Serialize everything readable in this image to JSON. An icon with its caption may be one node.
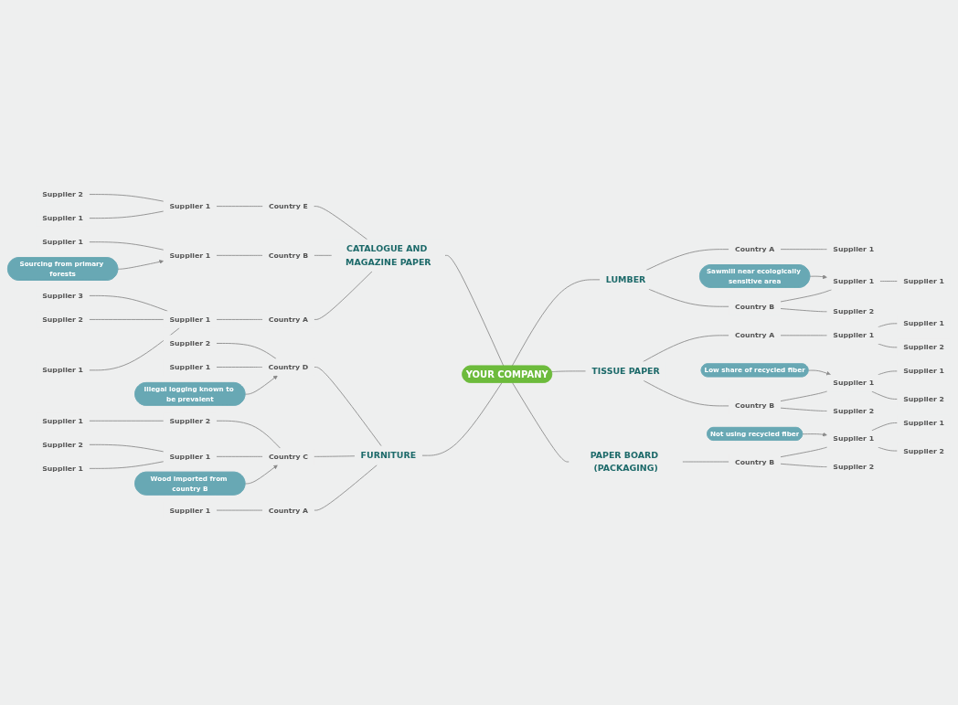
{
  "diagram": {
    "nodes": [
      {
        "text": [
          "YOUR COMPANY"
        ]
      },
      {
        "text": [
          "FURNITURE"
        ]
      },
      {
        "text": [
          "Country A"
        ]
      },
      {
        "text": [
          "Supplier 1"
        ]
      },
      {
        "text": [
          "Country C"
        ]
      },
      {
        "text": [
          "Supplier 1"
        ]
      },
      {
        "text": [
          "Supplier 1"
        ]
      },
      {
        "text": [
          "Supplier 2"
        ]
      },
      {
        "text": [
          "Supplier 2"
        ]
      },
      {
        "text": [
          "Supplier 1"
        ]
      },
      {
        "text": [
          "Country D"
        ]
      },
      {
        "text": [
          "Supplier 1"
        ]
      },
      {
        "text": [
          "Supplier 2"
        ]
      },
      {
        "text": [
          "Wood imported from country B"
        ]
      },
      {
        "text": [
          "Illegal logging known to be prevalent"
        ]
      },
      {
        "text": [
          "LUMBER"
        ]
      },
      {
        "text": [
          "Country A"
        ]
      },
      {
        "text": [
          "Supplier 1"
        ]
      },
      {
        "text": [
          "Country B"
        ]
      },
      {
        "text": [
          "Supplier 1"
        ]
      },
      {
        "text": [
          "Supplier 1"
        ]
      },
      {
        "text": [
          "Supplier 2"
        ]
      },
      {
        "text": [
          "Sawmill near ecologically sensitive area"
        ]
      },
      {
        "text": [
          "TISSUE PAPER"
        ]
      },
      {
        "text": [
          "Country A"
        ]
      },
      {
        "text": [
          "Supplier 1"
        ]
      },
      {
        "text": [
          "Supplier 1"
        ]
      },
      {
        "text": [
          "Supplier 2"
        ]
      },
      {
        "text": [
          "Country B"
        ]
      },
      {
        "text": [
          "Supplier 1"
        ]
      },
      {
        "text": [
          "Supplier 1"
        ]
      },
      {
        "text": [
          "Supplier 2"
        ]
      },
      {
        "text": [
          "Supplier 2"
        ]
      },
      {
        "text": [
          "Low share of recycled fiber"
        ]
      },
      {
        "text": [
          "CATALOGUE AND MAGAZINE PAPER"
        ]
      },
      {
        "text": [
          "Country A"
        ]
      },
      {
        "text": [
          "Supplier 1"
        ]
      },
      {
        "text": [
          "Supplier 1"
        ]
      },
      {
        "text": [
          "Supplier 2"
        ]
      },
      {
        "text": [
          "Supplier 3"
        ]
      },
      {
        "text": [
          "Country B"
        ]
      },
      {
        "text": [
          "Supplier 1"
        ]
      },
      {
        "text": [
          "Supplier 1"
        ]
      },
      {
        "text": [
          "Country E"
        ]
      },
      {
        "text": [
          "Supplier 1"
        ]
      },
      {
        "text": [
          "Supplier 1"
        ]
      },
      {
        "text": [
          "Supplier 2"
        ]
      },
      {
        "text": [
          "Sourcing from primary forests"
        ]
      },
      {
        "text": [
          "PAPER BOARD (PACKAGING)"
        ]
      },
      {
        "text": [
          "Country B"
        ]
      },
      {
        "text": [
          "Supplier 1"
        ]
      },
      {
        "text": [
          "Supplier 1"
        ]
      },
      {
        "text": [
          "Supplier 2"
        ]
      },
      {
        "text": [
          "Supplier 2"
        ]
      },
      {
        "text": [
          "Not using recycled fiber"
        ]
      }
    ],
    "edges": [
      {
        "from": 3,
        "to": 2,
        "arrow": "none"
      },
      {
        "from": 2,
        "to": 1,
        "arrow": "none"
      },
      {
        "from": 13,
        "to": 4,
        "arrow": "to"
      },
      {
        "from": 6,
        "to": 5,
        "arrow": "none"
      },
      {
        "from": 7,
        "to": 5,
        "arrow": "none"
      },
      {
        "from": 5,
        "to": 4,
        "arrow": "none"
      },
      {
        "from": 9,
        "to": 8,
        "arrow": "none"
      },
      {
        "from": 8,
        "to": 4,
        "arrow": "none"
      },
      {
        "from": 4,
        "to": 1,
        "arrow": "none"
      },
      {
        "from": 14,
        "to": 10,
        "arrow": "to"
      },
      {
        "from": 11,
        "to": 10,
        "arrow": "none"
      },
      {
        "from": 12,
        "to": 10,
        "arrow": "none"
      },
      {
        "from": 10,
        "to": 1,
        "arrow": "none"
      },
      {
        "from": 1,
        "to": 0,
        "arrow": "none"
      },
      {
        "from": 37,
        "to": 36,
        "arrow": "none"
      },
      {
        "from": 38,
        "to": 36,
        "arrow": "none"
      },
      {
        "from": 39,
        "to": 36,
        "arrow": "none"
      },
      {
        "from": 36,
        "to": 35,
        "arrow": "none"
      },
      {
        "from": 35,
        "to": 34,
        "arrow": "none"
      },
      {
        "from": 47,
        "to": 41,
        "arrow": "to"
      },
      {
        "from": 42,
        "to": 41,
        "arrow": "none"
      },
      {
        "from": 41,
        "to": 40,
        "arrow": "none"
      },
      {
        "from": 40,
        "to": 34,
        "arrow": "none"
      },
      {
        "from": 45,
        "to": 44,
        "arrow": "none"
      },
      {
        "from": 46,
        "to": 44,
        "arrow": "none"
      },
      {
        "from": 44,
        "to": 43,
        "arrow": "none"
      },
      {
        "from": 43,
        "to": 34,
        "arrow": "none"
      },
      {
        "from": 34,
        "to": 0,
        "arrow": "none"
      },
      {
        "from": 0,
        "to": 15,
        "arrow": "none"
      },
      {
        "from": 15,
        "to": 16,
        "arrow": "none"
      },
      {
        "from": 16,
        "to": 17,
        "arrow": "none"
      },
      {
        "from": 15,
        "to": 18,
        "arrow": "none"
      },
      {
        "from": 18,
        "to": 19,
        "arrow": "none"
      },
      {
        "from": 19,
        "to": 20,
        "arrow": "none"
      },
      {
        "from": 18,
        "to": 21,
        "arrow": "none"
      },
      {
        "from": 22,
        "to": 19,
        "arrow": "to"
      },
      {
        "from": 0,
        "to": 23,
        "arrow": "none"
      },
      {
        "from": 23,
        "to": 24,
        "arrow": "none"
      },
      {
        "from": 24,
        "to": 25,
        "arrow": "none"
      },
      {
        "from": 25,
        "to": 26,
        "arrow": "none"
      },
      {
        "from": 25,
        "to": 27,
        "arrow": "none"
      },
      {
        "from": 23,
        "to": 28,
        "arrow": "none"
      },
      {
        "from": 28,
        "to": 29,
        "arrow": "none"
      },
      {
        "from": 29,
        "to": 30,
        "arrow": "none"
      },
      {
        "from": 29,
        "to": 31,
        "arrow": "none"
      },
      {
        "from": 28,
        "to": 32,
        "arrow": "none"
      },
      {
        "from": 33,
        "to": 29,
        "arrow": "to"
      },
      {
        "from": 0,
        "to": 48,
        "arrow": "none"
      },
      {
        "from": 48,
        "to": 49,
        "arrow": "none"
      },
      {
        "from": 49,
        "to": 50,
        "arrow": "none"
      },
      {
        "from": 50,
        "to": 51,
        "arrow": "none"
      },
      {
        "from": 50,
        "to": 52,
        "arrow": "none"
      },
      {
        "from": 49,
        "to": 53,
        "arrow": "none"
      },
      {
        "from": 54,
        "to": 50,
        "arrow": "to"
      }
    ]
  }
}
